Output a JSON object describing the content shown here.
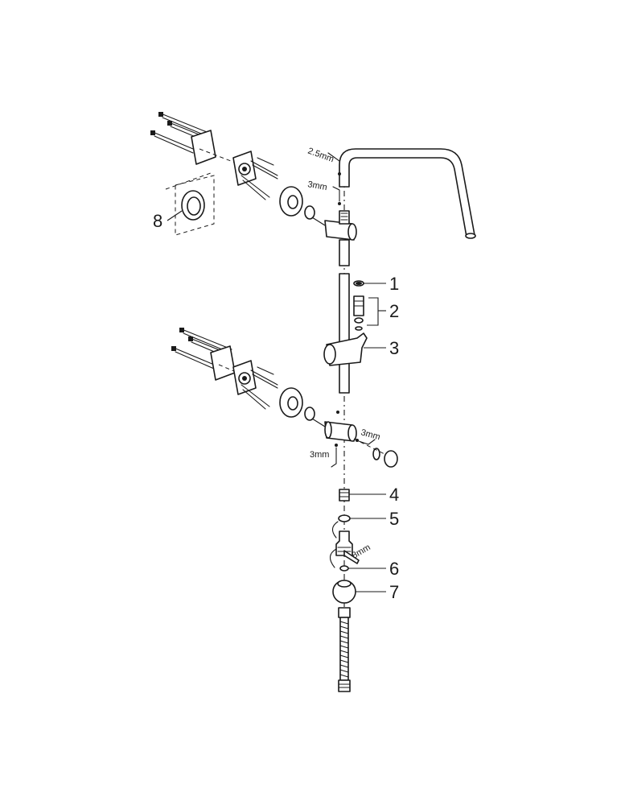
{
  "callouts": [
    {
      "id": "1",
      "label": "1"
    },
    {
      "id": "2",
      "label": "2"
    },
    {
      "id": "3",
      "label": "3"
    },
    {
      "id": "4",
      "label": "4"
    },
    {
      "id": "5",
      "label": "5"
    },
    {
      "id": "6",
      "label": "6"
    },
    {
      "id": "7",
      "label": "7"
    },
    {
      "id": "8",
      "label": "8"
    }
  ],
  "tool_sizes": {
    "hex_key_top_small": "2.5mm",
    "hex_key_top": "3mm",
    "hex_key_bottom_right": "3mm",
    "hex_key_bottom_left": "3mm",
    "hex_key_large": "8mm"
  },
  "colors": {
    "line": "#1a1a1a",
    "background": "#ffffff"
  }
}
